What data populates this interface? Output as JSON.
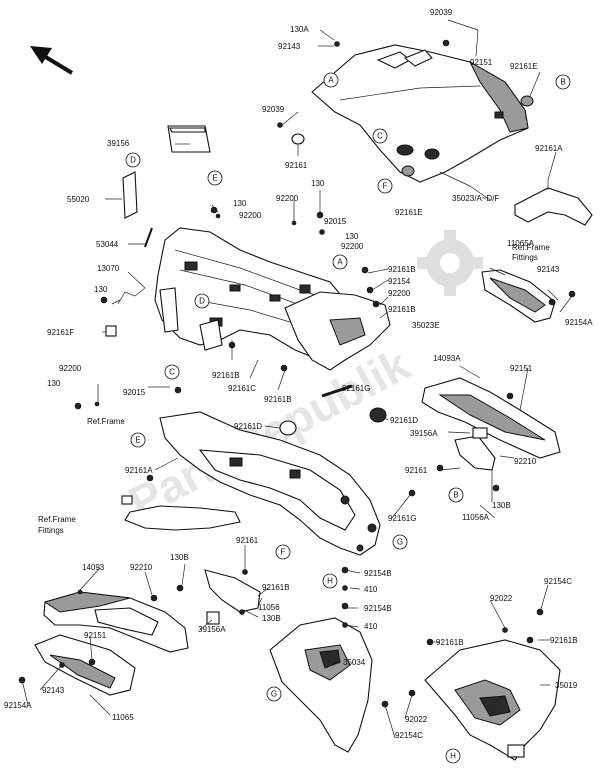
{
  "parts": [
    {
      "id": "p1",
      "text": "130A"
    },
    {
      "id": "p2",
      "text": "92143"
    },
    {
      "id": "p3",
      "text": "92039"
    },
    {
      "id": "p4",
      "text": "92151"
    },
    {
      "id": "p5",
      "text": "92161E"
    },
    {
      "id": "p6",
      "text": "92039"
    },
    {
      "id": "p7",
      "text": "39156"
    },
    {
      "id": "p8",
      "text": "92161"
    },
    {
      "id": "p9",
      "text": "92161A"
    },
    {
      "id": "p10",
      "text": "92161E"
    },
    {
      "id": "p11",
      "text": "35023/A~D/F"
    },
    {
      "id": "p12",
      "text": "55020"
    },
    {
      "id": "p13",
      "text": "130"
    },
    {
      "id": "p14",
      "text": "92200"
    },
    {
      "id": "p15",
      "text": "130"
    },
    {
      "id": "p16",
      "text": "92200"
    },
    {
      "id": "p17",
      "text": "130"
    },
    {
      "id": "p18",
      "text": "92200"
    },
    {
      "id": "p19",
      "text": "92015"
    },
    {
      "id": "p20",
      "text": "53044"
    },
    {
      "id": "p21",
      "text": "13070"
    },
    {
      "id": "p22",
      "text": "130"
    },
    {
      "id": "p23",
      "text": "92161F"
    },
    {
      "id": "p24",
      "text": "11065A"
    },
    {
      "id": "p25",
      "text": "92143"
    },
    {
      "id": "p26",
      "text": "92154A"
    },
    {
      "id": "p27",
      "text": "92161B"
    },
    {
      "id": "p28",
      "text": "92154"
    },
    {
      "id": "p29",
      "text": "92200"
    },
    {
      "id": "p30",
      "text": "92161B"
    },
    {
      "id": "p31",
      "text": "35023E"
    },
    {
      "id": "p32",
      "text": "92200"
    },
    {
      "id": "p33",
      "text": "130"
    },
    {
      "id": "p34",
      "text": "92015"
    },
    {
      "id": "p35",
      "text": "92161B"
    },
    {
      "id": "p36",
      "text": "92161C"
    },
    {
      "id": "p37",
      "text": "92161B"
    },
    {
      "id": "p38",
      "text": "92161G"
    },
    {
      "id": "p39",
      "text": "14093A"
    },
    {
      "id": "p40",
      "text": "92151"
    },
    {
      "id": "p41",
      "text": "92161D"
    },
    {
      "id": "p42",
      "text": "92161D"
    },
    {
      "id": "p43",
      "text": "39156A"
    },
    {
      "id": "p44",
      "text": "92210"
    },
    {
      "id": "p45",
      "text": "92161A"
    },
    {
      "id": "p46",
      "text": "92161"
    },
    {
      "id": "p47",
      "text": "130B"
    },
    {
      "id": "p48",
      "text": "11056A"
    },
    {
      "id": "p49",
      "text": "92161G"
    },
    {
      "id": "p50",
      "text": "130B"
    },
    {
      "id": "p51",
      "text": "92161"
    },
    {
      "id": "p52",
      "text": "92154B"
    },
    {
      "id": "p53",
      "text": "410"
    },
    {
      "id": "p54",
      "text": "92154C"
    },
    {
      "id": "p55",
      "text": "14093"
    },
    {
      "id": "p56",
      "text": "92210"
    },
    {
      "id": "p57",
      "text": "92161B"
    },
    {
      "id": "p58",
      "text": "11056"
    },
    {
      "id": "p59",
      "text": "130B"
    },
    {
      "id": "p60",
      "text": "92154B"
    },
    {
      "id": "p61",
      "text": "92022"
    },
    {
      "id": "p62",
      "text": "410"
    },
    {
      "id": "p63",
      "text": "92161B"
    },
    {
      "id": "p64",
      "text": "92151"
    },
    {
      "id": "p65",
      "text": "39156A"
    },
    {
      "id": "p66",
      "text": "35034"
    },
    {
      "id": "p67",
      "text": "92161B"
    },
    {
      "id": "p68",
      "text": "35019"
    },
    {
      "id": "p69",
      "text": "92143"
    },
    {
      "id": "p70",
      "text": "92154A"
    },
    {
      "id": "p71",
      "text": "11065"
    },
    {
      "id": "p72",
      "text": "92022"
    },
    {
      "id": "p73",
      "text": "92154C"
    }
  ],
  "references": [
    {
      "id": "r1",
      "lines": [
        "Ref.Frame",
        "Fittings"
      ]
    },
    {
      "id": "r2",
      "lines": [
        "Ref.Frame"
      ]
    },
    {
      "id": "r3",
      "lines": [
        "Ref.Frame",
        "Fittings"
      ]
    }
  ],
  "callouts": [
    {
      "id": "c1",
      "letter": "A"
    },
    {
      "id": "c2",
      "letter": "B"
    },
    {
      "id": "c3",
      "letter": "C"
    },
    {
      "id": "c4",
      "letter": "F"
    },
    {
      "id": "c5",
      "letter": "D"
    },
    {
      "id": "c6",
      "letter": "E"
    },
    {
      "id": "c7",
      "letter": "A"
    },
    {
      "id": "c8",
      "letter": "D"
    },
    {
      "id": "c9",
      "letter": "C"
    },
    {
      "id": "c10",
      "letter": "E"
    },
    {
      "id": "c11",
      "letter": "B"
    },
    {
      "id": "c12",
      "letter": "G"
    },
    {
      "id": "c13",
      "letter": "F"
    },
    {
      "id": "c14",
      "letter": "H"
    },
    {
      "id": "c15",
      "letter": "G"
    },
    {
      "id": "c16",
      "letter": "H"
    }
  ],
  "watermark": "PartsRepublik",
  "icons": {
    "arrow": "front-direction-arrow-icon",
    "gear": "gear-watermark-icon"
  }
}
